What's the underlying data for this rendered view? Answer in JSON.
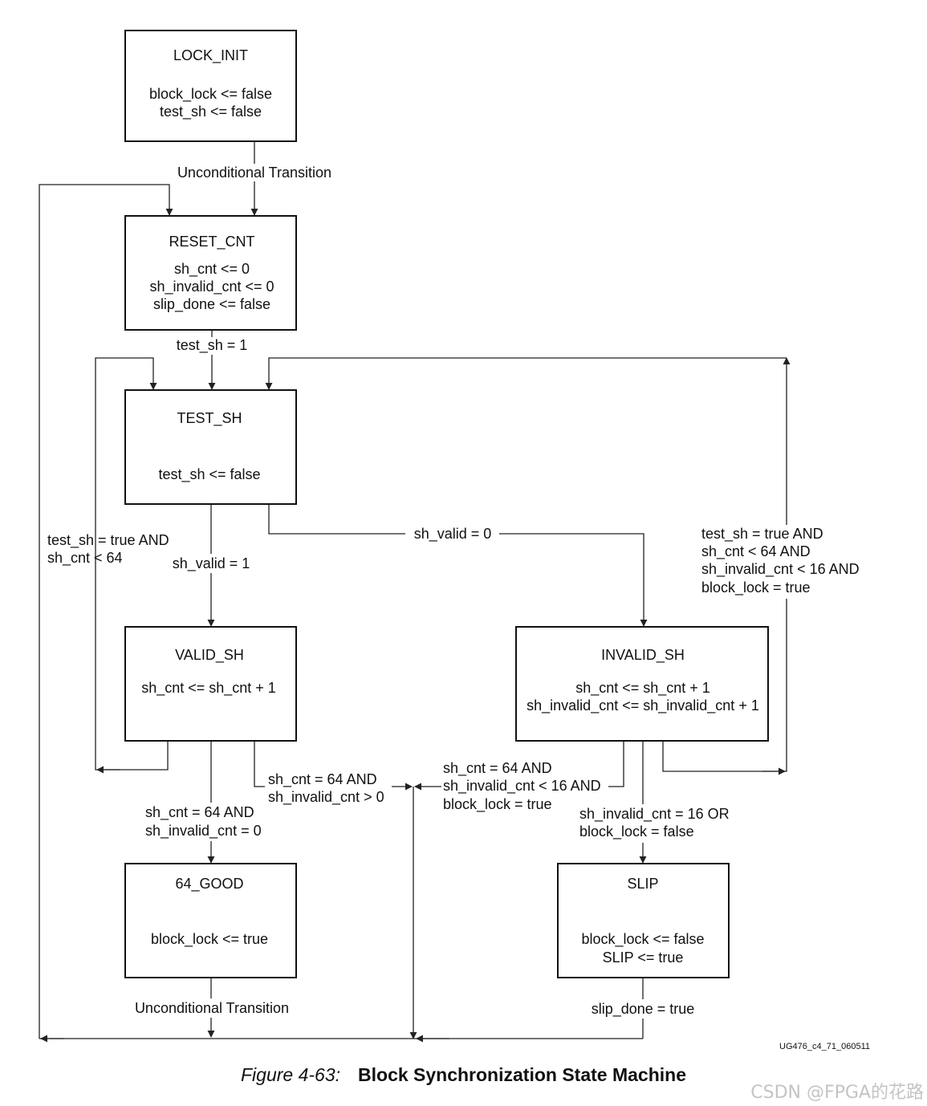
{
  "states": {
    "lock_init": {
      "title": "LOCK_INIT",
      "actions": [
        "block_lock <= false",
        "test_sh <= false"
      ]
    },
    "reset_cnt": {
      "title": "RESET_CNT",
      "actions": [
        "sh_cnt <= 0",
        "sh_invalid_cnt <= 0",
        "slip_done <= false"
      ]
    },
    "test_sh": {
      "title": "TEST_SH",
      "actions": [
        "test_sh <= false"
      ]
    },
    "valid_sh": {
      "title": "VALID_SH",
      "actions": [
        "sh_cnt <= sh_cnt + 1"
      ]
    },
    "invalid_sh": {
      "title": "INVALID_SH",
      "actions": [
        "sh_cnt <= sh_cnt + 1",
        "sh_invalid_cnt <= sh_invalid_cnt + 1"
      ]
    },
    "good_64": {
      "title": "64_GOOD",
      "actions": [
        "block_lock <= true"
      ]
    },
    "slip": {
      "title": "SLIP",
      "actions": [
        "block_lock <= false",
        "SLIP <= true"
      ]
    }
  },
  "transitions": {
    "init_to_reset": [
      "Unconditional Transition"
    ],
    "reset_to_test": [
      "test_sh = 1"
    ],
    "valid_loop": [
      "test_sh = true AND",
      "sh_cnt < 64"
    ],
    "test_to_valid": [
      "sh_valid = 1"
    ],
    "test_to_invalid": [
      "sh_valid = 0"
    ],
    "invalid_loop": [
      "test_sh = true AND",
      "sh_cnt < 64 AND",
      "sh_invalid_cnt < 16 AND",
      "block_lock = true"
    ],
    "valid_to_reset": [
      "sh_cnt = 64 AND",
      "sh_invalid_cnt > 0"
    ],
    "invalid_to_reset": [
      "sh_cnt = 64 AND",
      "sh_invalid_cnt < 16 AND",
      "block_lock = true"
    ],
    "valid_to_good": [
      "sh_cnt = 64 AND",
      "sh_invalid_cnt = 0"
    ],
    "invalid_to_slip": [
      "sh_invalid_cnt = 16 OR",
      "block_lock = false"
    ],
    "good_to_reset": [
      "Unconditional Transition"
    ],
    "slip_to_reset": [
      "slip_done = true"
    ]
  },
  "figure_id": "UG476_c4_71_060511",
  "caption": {
    "label": "Figure 4-63:",
    "title": "Block Synchronization State Machine"
  },
  "watermark": "CSDN @FPGA的花路"
}
